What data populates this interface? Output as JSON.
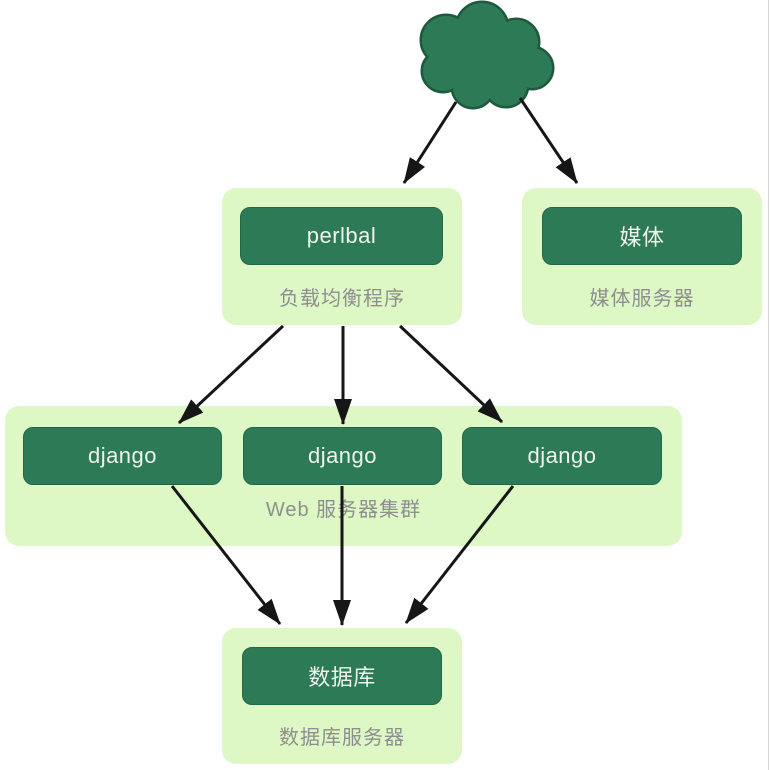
{
  "colors": {
    "node_fill": "#2d7a57",
    "node_edge": "#226749",
    "cloud_edge": "#1e5b3e",
    "group_fill": "#def8c5",
    "caption_text": "#8e8e8e",
    "node_text": "#eef3ee",
    "arrow": "#161616",
    "page_bg": "#ffffff"
  },
  "diagram": {
    "cloud": {
      "name": "internet-cloud"
    },
    "groups": {
      "load_balancer": {
        "node": "perlbal",
        "caption": "负载均衡程序"
      },
      "media": {
        "node": "媒体",
        "caption": "媒体服务器"
      },
      "web_cluster": {
        "nodes": [
          "django",
          "django",
          "django"
        ],
        "caption": "Web 服务器集群"
      },
      "database": {
        "node": "数据库",
        "caption": "数据库服务器"
      }
    },
    "edges": [
      {
        "from": "cloud",
        "to": "load_balancer"
      },
      {
        "from": "cloud",
        "to": "media"
      },
      {
        "from": "load_balancer",
        "to": "web_cluster.node_1"
      },
      {
        "from": "load_balancer",
        "to": "web_cluster.node_2"
      },
      {
        "from": "load_balancer",
        "to": "web_cluster.node_3"
      },
      {
        "from": "web_cluster.node_1",
        "to": "database"
      },
      {
        "from": "web_cluster.node_2",
        "to": "database"
      },
      {
        "from": "web_cluster.node_3",
        "to": "database"
      }
    ]
  }
}
